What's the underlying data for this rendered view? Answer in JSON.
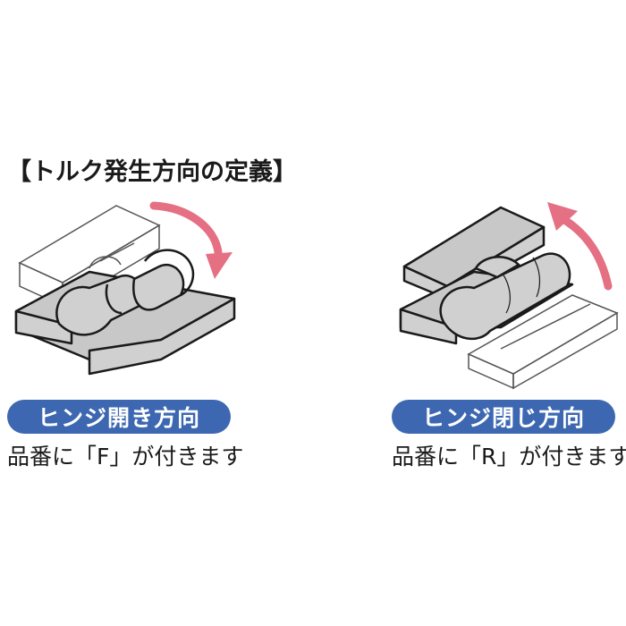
{
  "title": "【トルク発生方向の定義】",
  "open": {
    "label": "ヒンジ開き方向",
    "note": "品番に「F」が付きます"
  },
  "close": {
    "label": "ヒンジ閉じ方向",
    "note": "品番に「R」が付きます"
  },
  "colors": {
    "part_fill": "#d0d0d0",
    "part_stroke": "#1a1a1a",
    "ghost_stroke": "#555555",
    "arrow": "#e56f83",
    "pill_bg": "#3d68b1"
  }
}
